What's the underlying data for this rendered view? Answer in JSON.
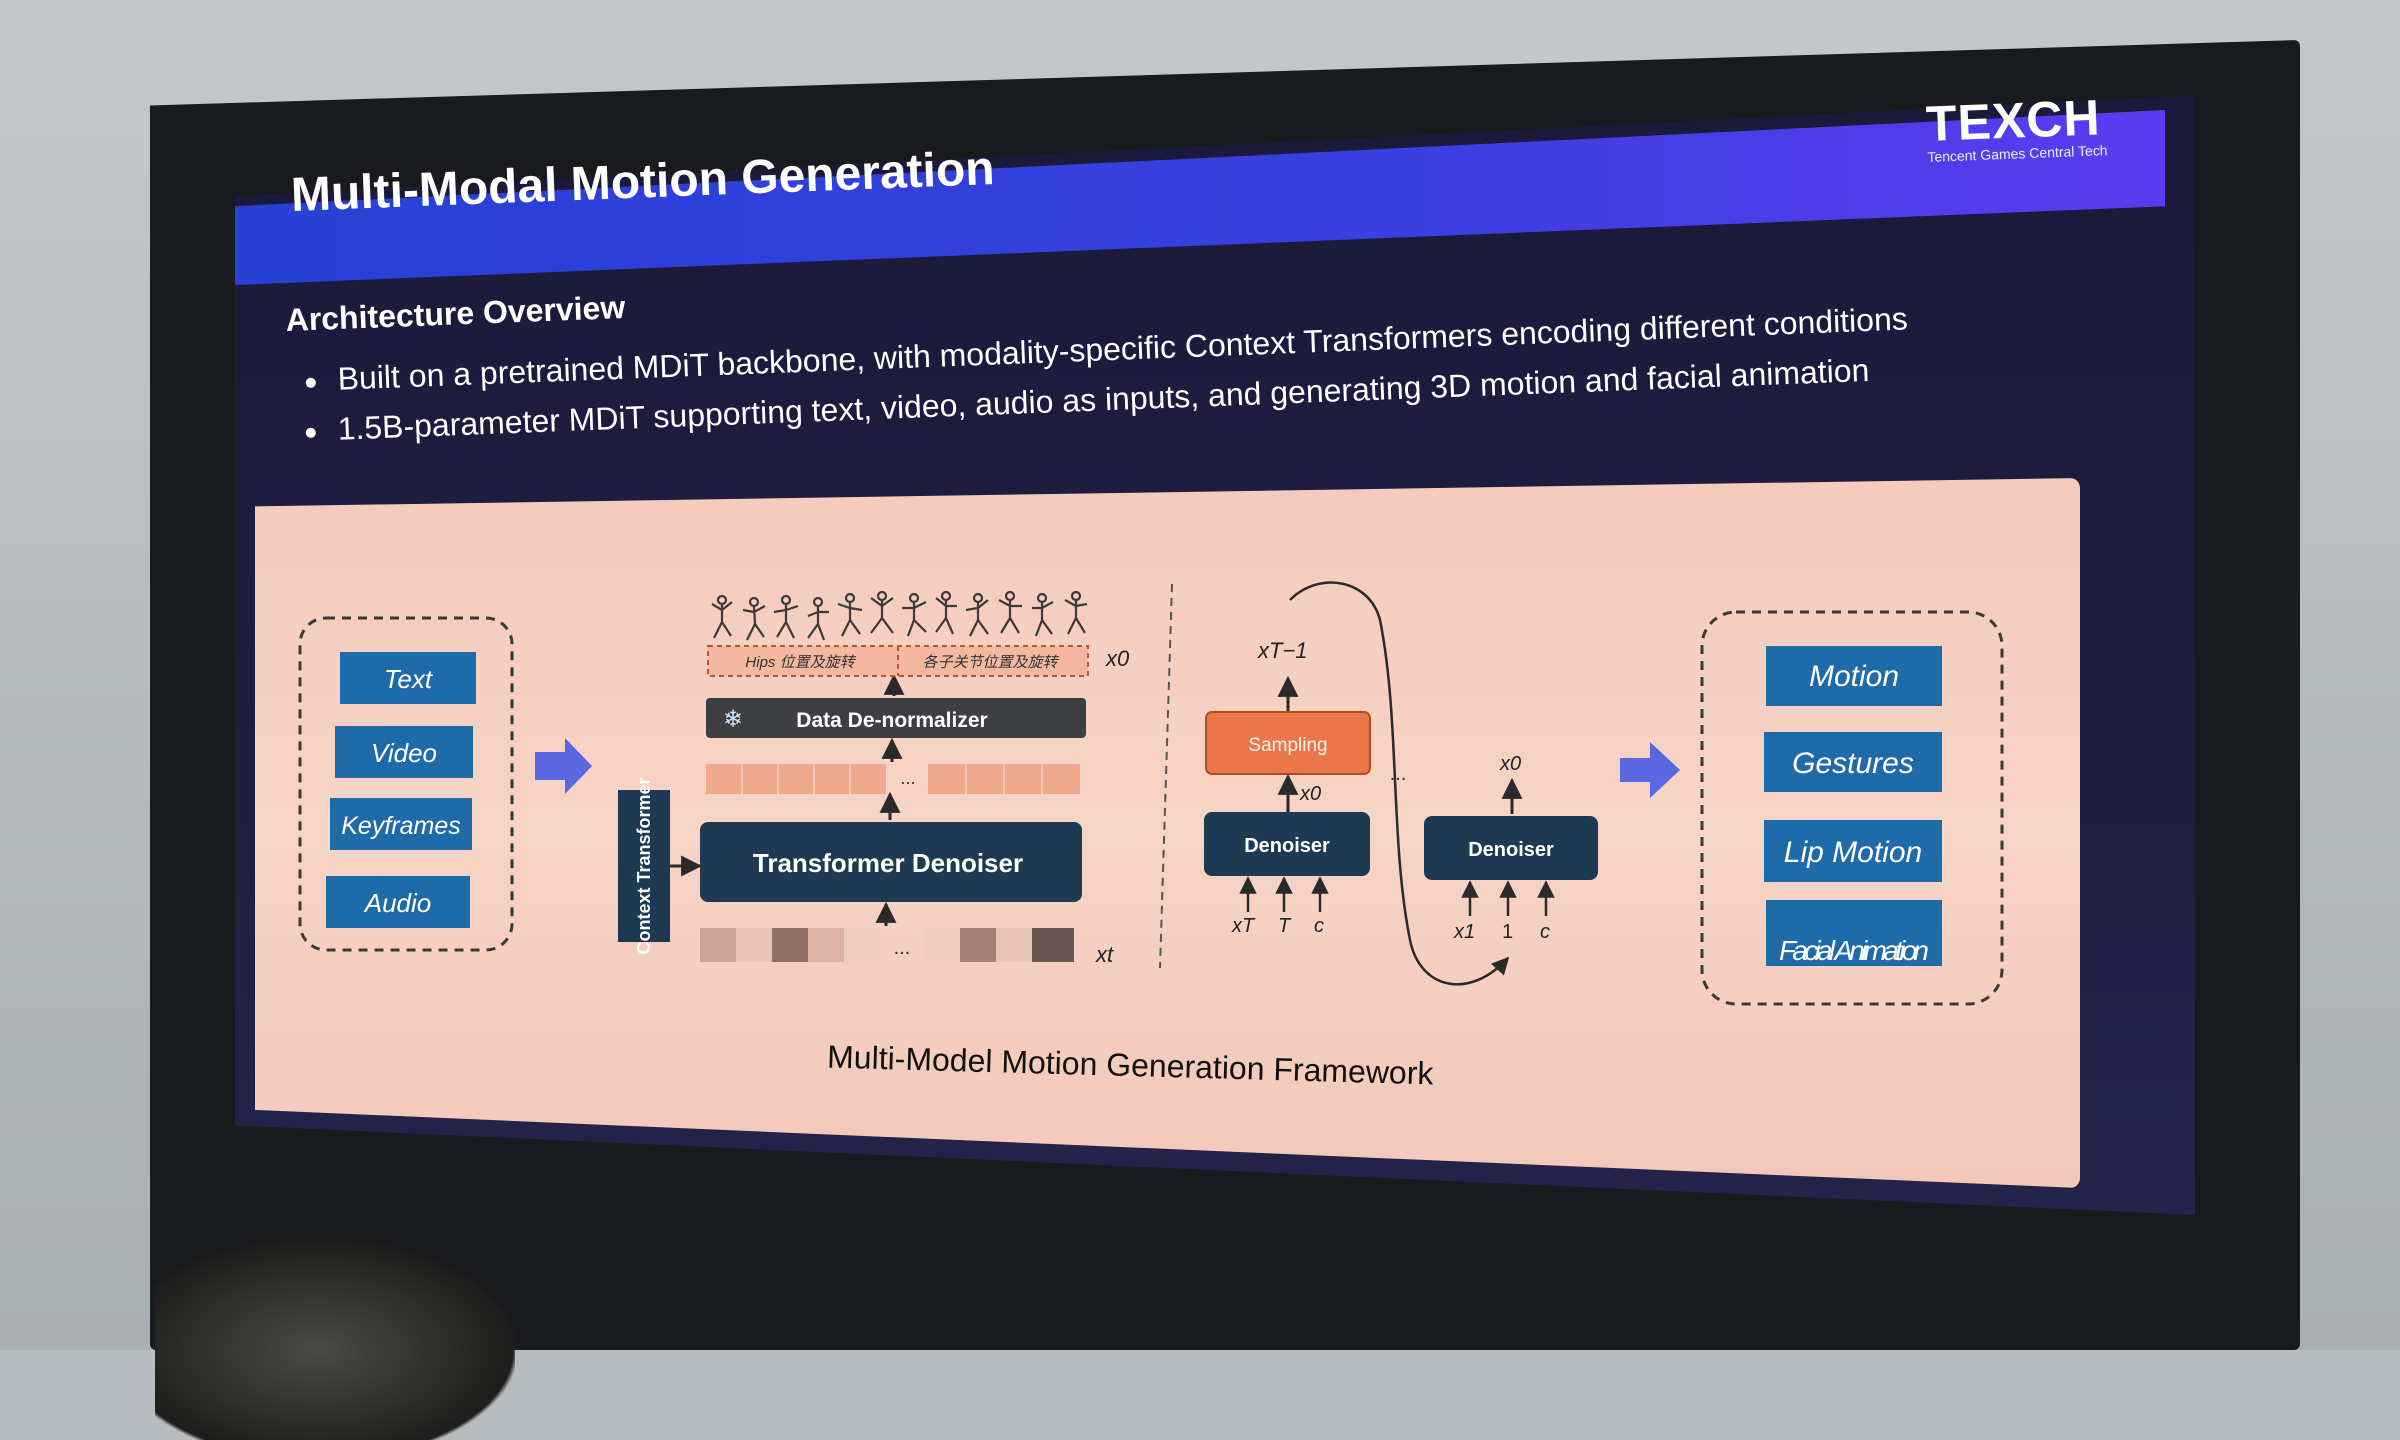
{
  "slide": {
    "title": "Multi-Modal Motion Generation",
    "logo_main": "TEXCH",
    "logo_sub": "Tencent Games Central Tech",
    "section_heading": "Architecture Overview",
    "bullets": [
      "Built on a pretrained MDiT backbone, with modality-specific Context Transformers encoding different conditions",
      "1.5B-parameter MDiT supporting text, video, audio as inputs, and generating 3D motion and facial animation"
    ]
  },
  "diagram": {
    "inputs": [
      "Text",
      "Video",
      "Keyframes",
      "Audio"
    ],
    "outputs": [
      "Motion",
      "Gestures",
      "Lip Motion",
      "Facial Animation"
    ],
    "context_transformer_label": "Context Transformer",
    "transformer_denoiser_label": "Transformer Denoiser",
    "denormalizer_label": "Data De-normalizer",
    "sampling_label": "Sampling",
    "denoiser_label": "Denoiser",
    "hips_label": "Hips 位置及旋转",
    "joints_label": "各子关节位置及旋转",
    "ellipsis": "...",
    "caption": "Multi-Model Motion Generation Framework",
    "symbols": {
      "x0": "x0",
      "xt": "xt",
      "xT_1": "xT−1",
      "xT": "xT",
      "T": "T",
      "c": "c",
      "x1": "x1",
      "one": "1"
    }
  },
  "colors": {
    "title_bar": "#2d42d8",
    "slide_bg": "#1c1b3c",
    "panel_bg": "#f5cfc1",
    "input_box": "#1f6aa8",
    "dark_box": "#1d3a52",
    "sampling_box": "#e9774a",
    "denormalizer_box": "#3d3f43",
    "arrow_blue": "#3f55e6"
  }
}
